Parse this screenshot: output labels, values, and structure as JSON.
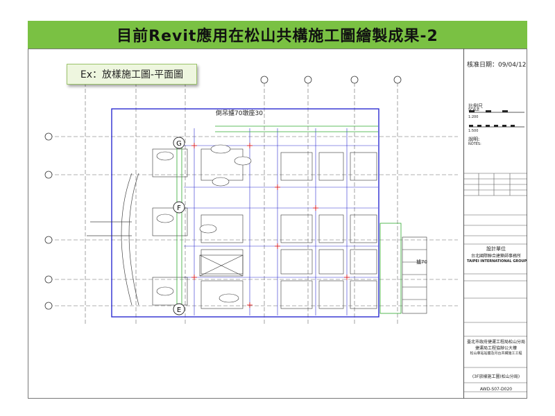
{
  "header": {
    "title": "目前Revit應用在松山共構施工圖繪製成果-2",
    "bar_color": "#7ac143"
  },
  "callout": {
    "text": "Ex：放樣施工圖-平面圖"
  },
  "drawing": {
    "top_note": "倒吊攎70墩座30",
    "grid_bubbles": [
      "G",
      "F",
      "E"
    ],
    "right_note": "攎70"
  },
  "title_block": {
    "date_label": "核准日期：09/04/12",
    "scale_label": "比例尺",
    "scale_sub": "SCALE",
    "scale_1": "1:200",
    "scale_2": "1:500",
    "notes_label": "說明:",
    "notes_sub": "NOTES:",
    "designer_cn": "設計單位",
    "designer_firm": "台北國際聯合建築師事務所",
    "designer_en": "TAIPEI INTERNATIONAL GROUP",
    "client_line1": "臺北市政府捷運工程局松山分局",
    "client_line2": "捷運局工程協辦公大樓",
    "client_line3": "松山車站站體及月台共構施工工程",
    "drawing_name": "(3F放樣施工圖(松山分局)",
    "drawing_no": "AWD-S07-D020"
  },
  "colors": {
    "frame_blue": "#2a2ad0",
    "dim_green": "#2ea82e",
    "mark_red": "#e02020",
    "line_gray": "#555555"
  }
}
